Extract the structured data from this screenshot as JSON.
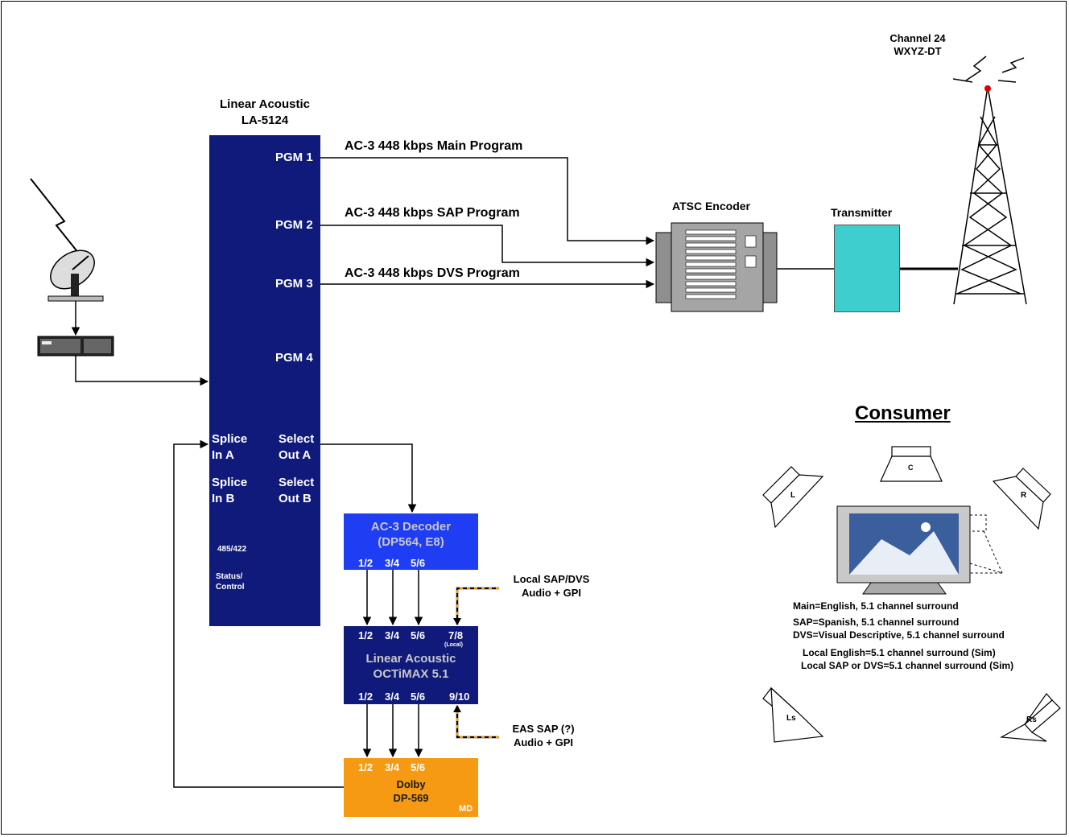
{
  "tower": {
    "line1": "Channel 24",
    "line2": "WXYZ-DT"
  },
  "la5124": {
    "title1": "Linear Acoustic",
    "title2": "LA-5124",
    "pgm1": "PGM 1",
    "pgm2": "PGM 2",
    "pgm3": "PGM 3",
    "pgm4": "PGM 4",
    "splice_a1": "Splice",
    "splice_a2": "In A",
    "splice_b1": "Splice",
    "splice_b2": "In B",
    "select_a1": "Select",
    "select_a2": "Out A",
    "select_b1": "Select",
    "select_b2": "Out B",
    "port": "485/422",
    "status1": "Status/",
    "status2": "Control"
  },
  "links": {
    "main": "AC-3  448 kbps Main Program",
    "sap": "AC-3  448 kbps SAP Program",
    "dvs": "AC-3  448 kbps DVS Program"
  },
  "encoder": {
    "label": "ATSC Encoder"
  },
  "transmitter": {
    "label": "Transmitter"
  },
  "decoder": {
    "line1": "AC-3 Decoder",
    "line2": "(DP564, E8)",
    "ch": [
      "1/2",
      "3/4",
      "5/6"
    ]
  },
  "octimax": {
    "in": [
      "1/2",
      "3/4",
      "5/6",
      "7/8"
    ],
    "local": "(Local)",
    "line1": "Linear Acoustic",
    "line2": "OCTiMAX 5.1",
    "out": [
      "1/2",
      "3/4",
      "5/6",
      "9/10"
    ]
  },
  "local_sap": {
    "line1": "Local SAP/DVS",
    "line2": "Audio + GPI"
  },
  "eas": {
    "line1": "EAS SAP (?)",
    "line2": "Audio + GPI"
  },
  "dolby": {
    "ch": [
      "1/2",
      "3/4",
      "5/6"
    ],
    "line1": "Dolby",
    "line2": "DP-569",
    "md": "MD"
  },
  "consumer": {
    "title": "Consumer",
    "speakers": {
      "c": "C",
      "l": "L",
      "r": "R",
      "ls": "Ls",
      "rs": "Rs"
    },
    "notes": [
      "Main=English, 5.1 channel surround",
      "SAP=Spanish, 5.1 channel surround",
      "DVS=Visual Descriptive, 5.1 channel surround",
      "Local English=5.1 channel surround (Sim)",
      "Local SAP or DVS=5.1 channel surround (Sim)"
    ]
  },
  "colors": {
    "la_block": "#0f1a7a",
    "decoder": "#1f3df2",
    "octimax": "#0f1a7a",
    "dolby": "#f59a12",
    "transmitter": "#3ecece",
    "encoder": "#a0a0a0",
    "tower_light": "#e00000"
  }
}
